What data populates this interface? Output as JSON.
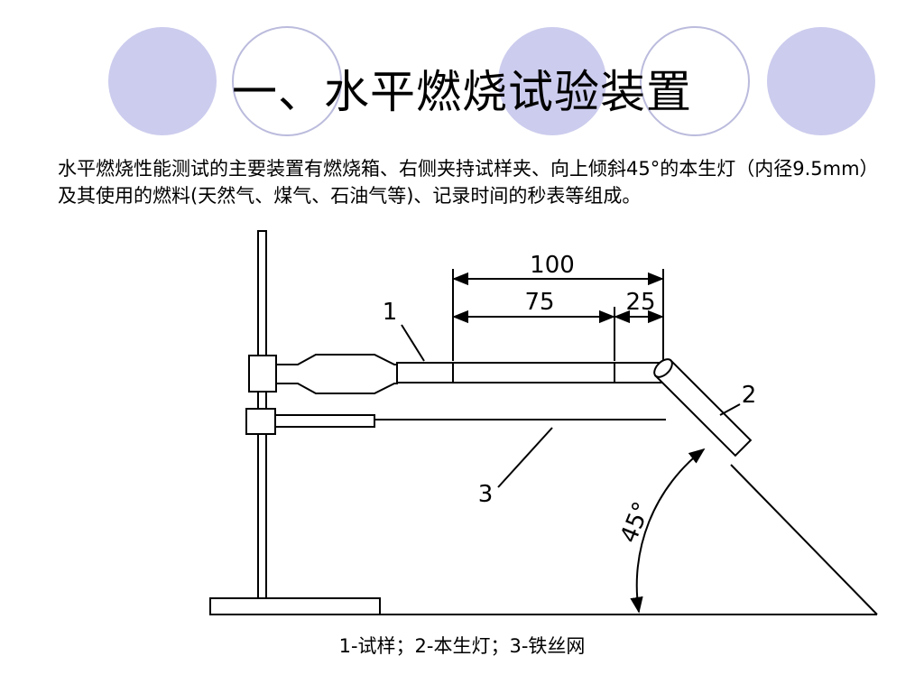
{
  "title": "一、水平燃烧试验装置",
  "description": "水平燃烧性能测试的主要装置有燃烧箱、右侧夹持试样夹、向上倾斜45°的本生灯（内径9.5mm）及其使用的燃料(天然气、煤气、石油气等)、记录时间的秒表等组成。",
  "diagram": {
    "dim_total": "100",
    "dim_main": "75",
    "dim_end": "25",
    "label_1": "1",
    "label_2": "2",
    "label_3": "3",
    "angle": "45°"
  },
  "caption": "1-试样；2-本生灯；3-铁丝网",
  "colors": {
    "circle_fill": "#ccccee",
    "circle_outline": "#bbbbdd",
    "line": "#000000"
  }
}
